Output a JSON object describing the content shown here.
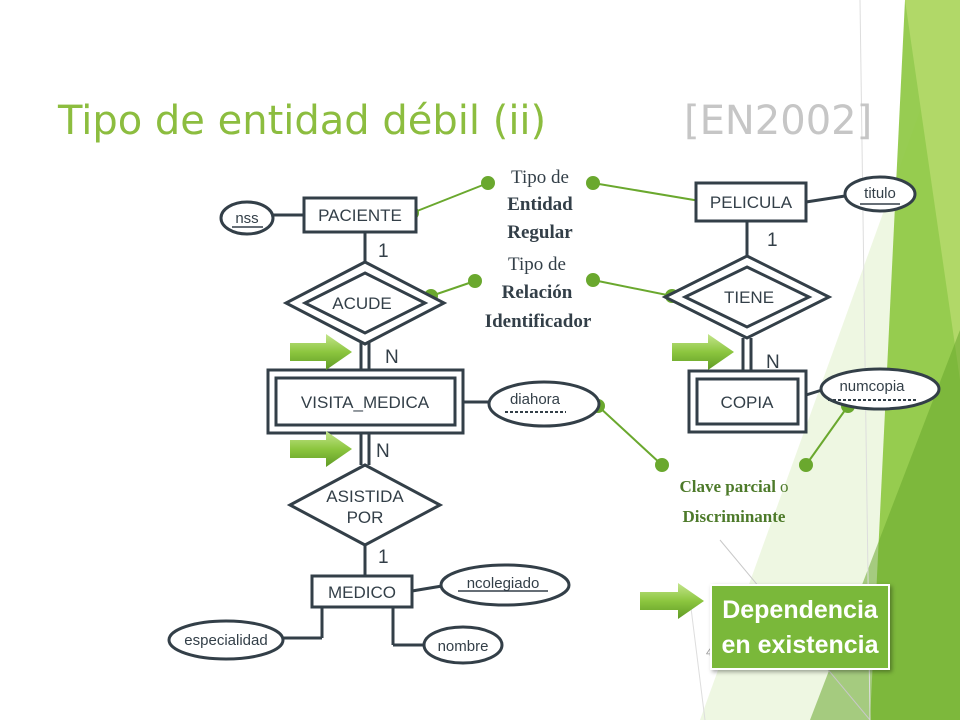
{
  "slide": {
    "title": "Tipo de entidad débil (ii)",
    "reference": "[EN2002]"
  },
  "entities": {
    "paciente": "PACIENTE",
    "visita_medica": "VISITA_MEDICA",
    "medico": "MEDICO",
    "pelicula": "PELICULA",
    "copia": "COPIA"
  },
  "relationships": {
    "acude": "ACUDE",
    "asistida_por": [
      "ASISTIDA",
      "POR"
    ],
    "tiene": "TIENE"
  },
  "attributes": {
    "nss": "nss",
    "diahora": "diahora",
    "ncolegiado": "ncolegiado",
    "especialidad": "especialidad",
    "nombre": "nombre",
    "titulo": "titulo",
    "numcopia": "numcopia"
  },
  "cardinalities": {
    "paciente_acude": "1",
    "acude_visita": "N",
    "visita_asistida": "N",
    "asistida_medico": "1",
    "pelicula_tiene": "1",
    "tiene_copia": "N"
  },
  "annotations": {
    "regular_entity": [
      "Tipo de",
      "Entidad",
      "Regular"
    ],
    "identifying_relationship": [
      "Tipo de",
      "Relación",
      "Identificador"
    ],
    "partial_key": [
      "Clave parcial",
      "o",
      "Discriminante"
    ]
  },
  "callout": [
    "Dependencia",
    "en existencia"
  ],
  "page_number": "4",
  "colors": {
    "title": "#8cbd3f",
    "ink": "#333f48",
    "connector": "#6aa82e",
    "arrow": "#8cc63f",
    "callout_bg": "#7ab83a",
    "decor": "#8cc63f"
  }
}
